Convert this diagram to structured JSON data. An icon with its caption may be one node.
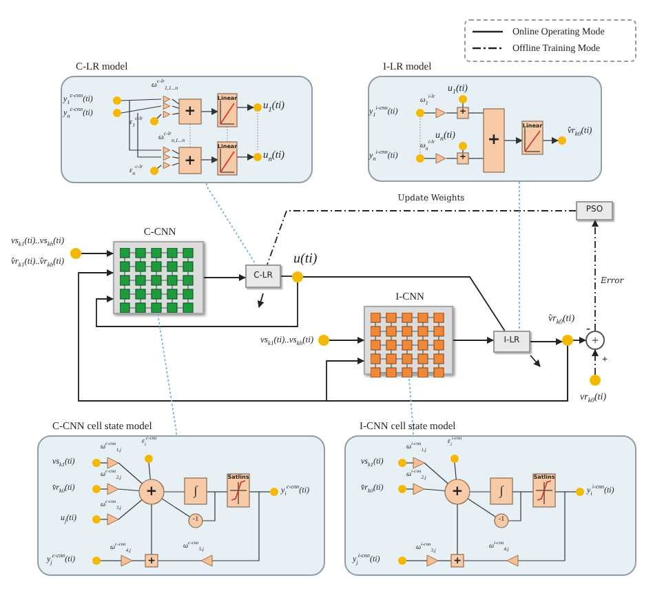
{
  "diagram": {
    "nodes": [
      {
        "text": [
          "C-LR model"
        ]
      },
      {
        "text": [
          "I-LR model"
        ]
      },
      {
        "text": [
          "C-CNN"
        ]
      },
      {
        "text": [
          "C-LR"
        ]
      },
      {
        "text": [
          "I-CNN"
        ]
      },
      {
        "text": [
          "I-LR"
        ]
      },
      {
        "text": [
          "PSO"
        ]
      },
      {
        "text": [
          "+"
        ]
      },
      {
        "text": [
          "C-CNN  cell state model"
        ]
      },
      {
        "text": [
          "I-CNN  cell state model"
        ]
      },
      {
        "text": [],
        "shape": "circle",
        "beside": [
          "vs$_{k1}$(ti)..vs$_{kh}$(ti)"
        ]
      },
      {
        "text": [],
        "shape": "circle",
        "beside": [
          "u(ti)"
        ]
      },
      {
        "text": [],
        "shape": "circle",
        "beside": [
          "vs$_{k1}$(ti)..vs$_{kh}$(ti)"
        ]
      },
      {
        "text": [],
        "shape": "circle",
        "beside": [
          "v̂r$_{k0}$(ti)"
        ]
      },
      {
        "text": [],
        "shape": "circle",
        "beside": [
          "vr$_{k0}$(ti)"
        ]
      }
    ],
    "edges": [
      {
        "from": 10,
        "to": 2,
        "arrow": "to"
      },
      {
        "from": 2,
        "to": 3,
        "arrow": "to"
      },
      {
        "from": 3,
        "to": 11,
        "arrow": "none"
      },
      {
        "from": 11,
        "to": 2,
        "arrow": "to"
      },
      {
        "from": 11,
        "to": 5,
        "arrow": "none"
      },
      {
        "from": 12,
        "to": 4,
        "arrow": "to"
      },
      {
        "from": 4,
        "to": 5,
        "arrow": "to"
      },
      {
        "from": 5,
        "to": 13,
        "arrow": "to"
      },
      {
        "from": 13,
        "to": 7,
        "arrow": "to"
      },
      {
        "from": 14,
        "to": 7,
        "arrow": "to",
        "style": "dashed"
      },
      {
        "from": 7,
        "to": 6,
        "arrow": "to",
        "style": "dashed",
        "label": "Error"
      },
      {
        "from": 6,
        "to": 3,
        "arrow": "none",
        "style": "dashed",
        "label": "Update Weights"
      },
      {
        "from": 13,
        "to": 2,
        "arrow": "to"
      },
      {
        "from": 13,
        "to": 4,
        "arrow": "to"
      },
      {
        "from": 0,
        "to": 3,
        "arrow": "none",
        "style": "dashed",
        "color": "#6fb3d9"
      },
      {
        "from": 1,
        "to": 5,
        "arrow": "none",
        "style": "dashed",
        "color": "#6fb3d9"
      },
      {
        "from": 2,
        "to": 8,
        "arrow": "none",
        "style": "dashed",
        "color": "#6fb3d9"
      },
      {
        "from": 4,
        "to": 9,
        "arrow": "none",
        "style": "dashed",
        "color": "#6fb3d9"
      }
    ],
    "labels": [
      "y$_{1}$$^{c-cnn}$(ti)",
      "y$_{n}$$^{c-cnn}$(ti)",
      "ω$^{c-lr}$$_{1,1...n}$",
      "+",
      "Linear",
      "u$_{1}$(ti)",
      "ε$_{1}$$^{c-lr}$",
      "ω$^{c-lr}$$_{n,1...n}$",
      "+",
      "Linear",
      "u$_{n}$(ti)",
      "ε$_{n}$$^{c-lr}$",
      "u$_{1}$(ti)",
      "ω$_{1}$$^{i-lr}$",
      "y$_{1}$$^{i-cnn}$(ti)",
      "+",
      "u$_{n}$(ti)",
      "+",
      "Linear",
      "v̂r$_{k0}$(ti)",
      "ω$_{n}$$^{i-lr}$",
      "y$_{n}$$^{i-cnn}$(ti)",
      "+",
      "v̂r$_{k1}$(ti)..v̂r$_{kh}$(ti)",
      "-",
      "+",
      "ω$^{c-cnn}$$_{1,j}$",
      "ε$_{i}$$^{c-cnn}$",
      "vs$_{k1}$(ti)",
      "ω$^{c-cnn}$$_{2,j}$",
      "v̂r$_{k0}$(ti)",
      "+",
      "∫",
      "Satlins",
      "y$_{i}$$^{c-cnn}$(ti)",
      "ω$^{c-cnn}$$_{3,j}$",
      "u$_{j}$(ti)",
      "-1",
      "ω$^{c-cnn}$$_{4,j}$",
      "ω$^{c-cnn}$$_{5,j}$",
      "y$_{j}$$^{c-cnn}$(ti)",
      "+",
      "ω$^{i-cnn}$$_{1,j}$",
      "ε$_{i}$$^{i-cnn}$",
      "vs$_{k1}$(ti)",
      "ω$^{i-cnn}$$_{2,j}$",
      "v̂r$_{k0}$(ti)",
      "+",
      "∫",
      "Satlins",
      "y$_{i}$$^{i-cnn}$(ti)",
      "-1",
      "ω$^{i-cnn}$$_{3,j}$",
      "ω$^{i-cnn}$$_{4,j}$",
      "y$_{j}$$^{i-cnn}$(ti)",
      "+"
    ],
    "legend": [
      {
        "text": "Online Operating Mode"
      },
      {
        "text": "Offline Training Mode"
      }
    ]
  }
}
